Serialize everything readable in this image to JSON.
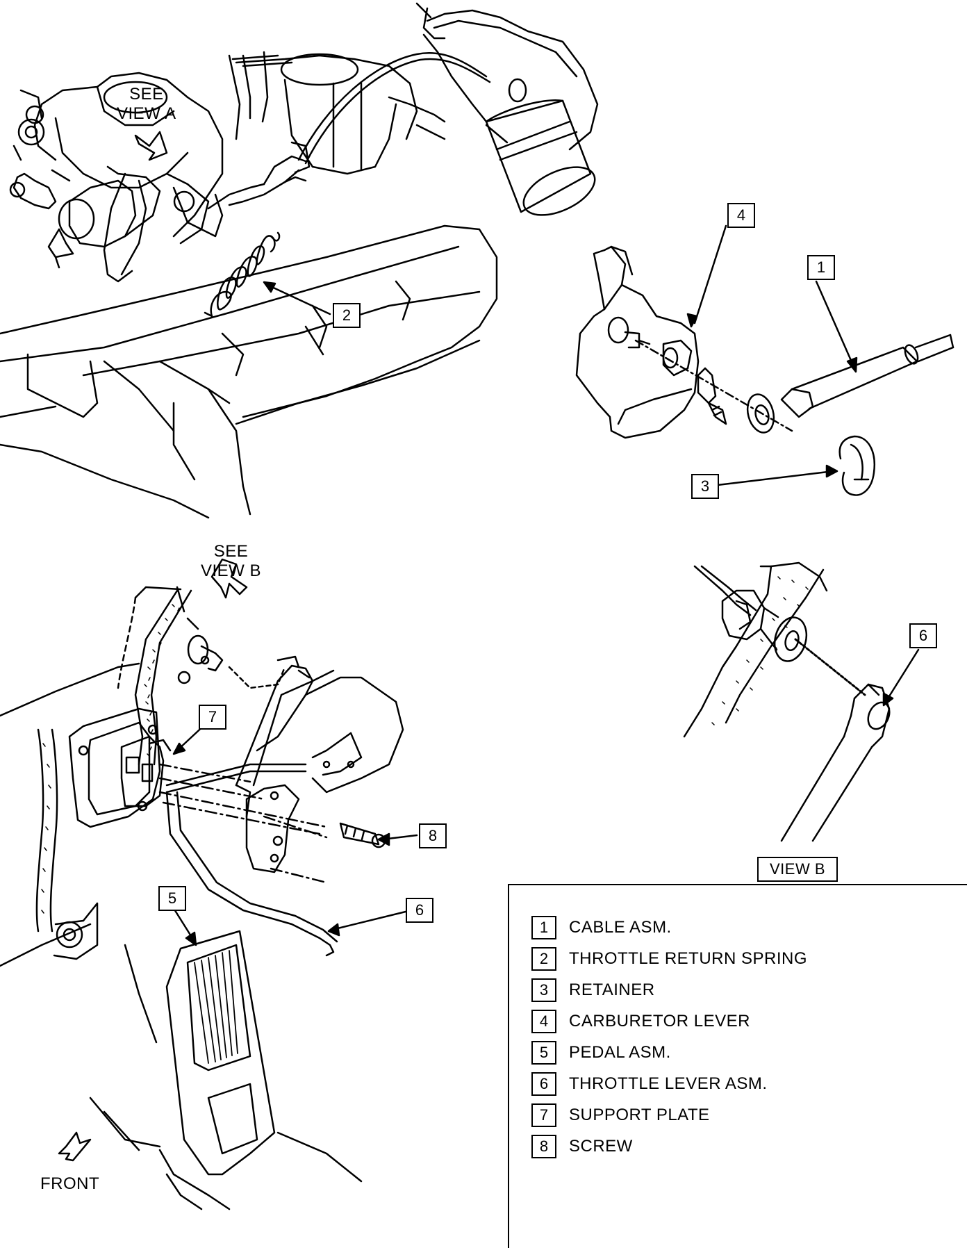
{
  "labels": {
    "see_view_a_line1": "SEE",
    "see_view_a_line2": "VIEW A",
    "see_view_b_line1": "SEE",
    "see_view_b_line2": "VIEW B",
    "view_b_title": "VIEW B",
    "front": "FRONT"
  },
  "callouts": {
    "c1": "1",
    "c2": "2",
    "c3": "3",
    "c4": "4",
    "c5": "5",
    "c6_main": "6",
    "c6_view_b": "6",
    "c7": "7",
    "c8": "8"
  },
  "legend": [
    {
      "num": "1",
      "name": "CABLE ASM."
    },
    {
      "num": "2",
      "name": "THROTTLE RETURN SPRING"
    },
    {
      "num": "3",
      "name": "RETAINER"
    },
    {
      "num": "4",
      "name": "CARBURETOR LEVER"
    },
    {
      "num": "5",
      "name": "PEDAL ASM."
    },
    {
      "num": "6",
      "name": "THROTTLE LEVER ASM."
    },
    {
      "num": "7",
      "name": "SUPPORT PLATE"
    },
    {
      "num": "8",
      "name": "SCREW"
    }
  ]
}
